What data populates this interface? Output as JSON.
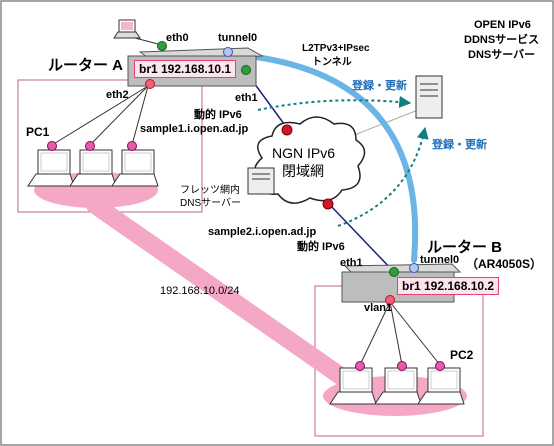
{
  "router_a": {
    "name": "ルーター A",
    "br1": "br1 192.168.10.1",
    "eth0": "eth0",
    "eth1": "eth1",
    "eth2": "eth2",
    "tunnel": "tunnel0",
    "dynamic_ipv6": "動的 IPv6",
    "hostname": "sample1.i.open.ad.jp"
  },
  "router_b": {
    "name": "ルーター B",
    "model": "（AR4050S）",
    "br1": "br1 192.168.10.2",
    "eth1": "eth1",
    "vlan1": "vlan1",
    "tunnel": "tunnel0",
    "dynamic_ipv6": "動的 IPv6",
    "hostname": "sample2.i.open.ad.jp"
  },
  "tunnel_label": {
    "line1": "L2TPv3+IPsec",
    "line2": "トンネル"
  },
  "ddns_server": {
    "line1": "OPEN IPv6",
    "line2": "DDNSサービス",
    "line3": "DNSサーバー"
  },
  "registration": {
    "top": "登録・更新",
    "bottom": "登録・更新"
  },
  "ngn": {
    "line1": "NGN IPv6",
    "line2": "閉域網"
  },
  "flets_dns": {
    "line1": "フレッツ網内",
    "line2": "DNSサーバー"
  },
  "pc_labels": {
    "pc1": "PC1",
    "pc2": "PC2"
  },
  "subnet": "192.168.10.0/24",
  "colors": {
    "tunnel": "#6ab4e6",
    "lan_band": "#f4a8c6",
    "ngn_line": "#1a237e",
    "registration": "#0f7f7f",
    "group_border": "#c06090",
    "green_port": "#2e9d3a",
    "red_port": "#d0162a",
    "label_blue": "#1f6fb8"
  }
}
